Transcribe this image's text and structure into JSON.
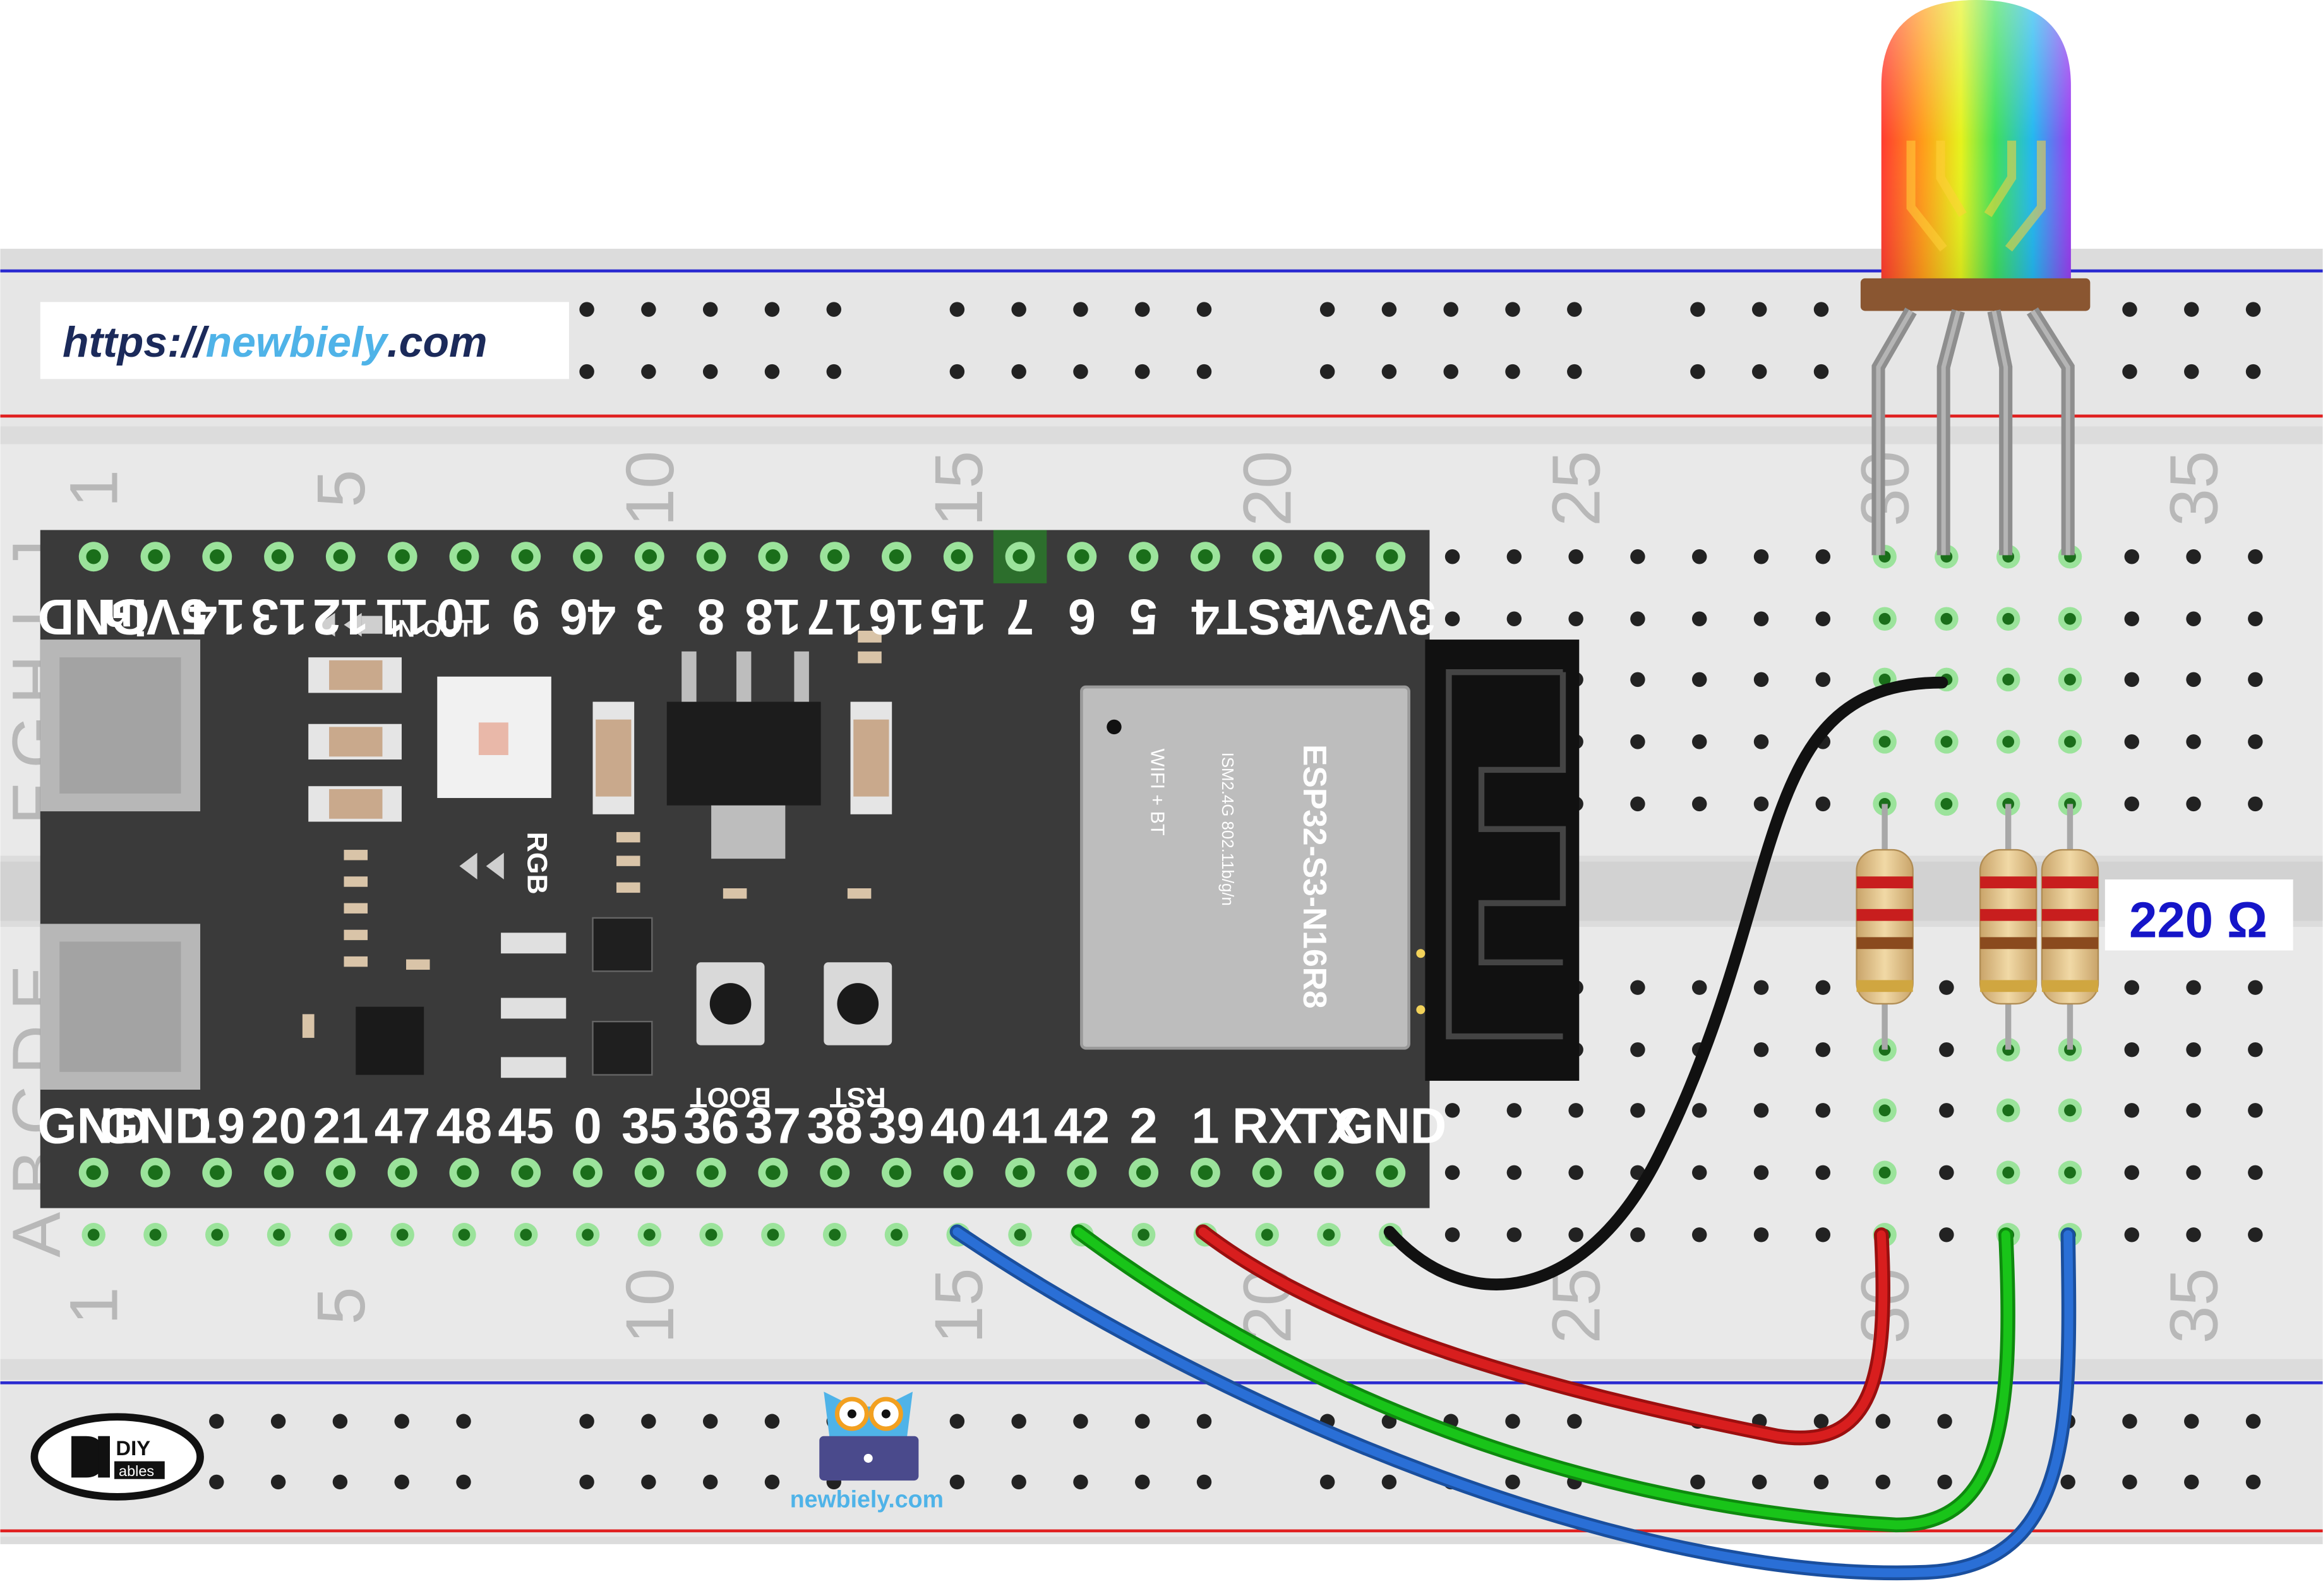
{
  "watermark": {
    "prefix": "https://",
    "brand": "newbiely",
    "suffix": ".com"
  },
  "board": {
    "top_pins": [
      "GND",
      "5Vin",
      "GND",
      "14",
      "13",
      "12",
      "11",
      "10",
      "9",
      "46",
      "3",
      "8",
      "18",
      "17",
      "16",
      "15",
      "7",
      "6",
      "5",
      "4",
      "RST",
      "3V3",
      "3V3"
    ],
    "bottom_pins": [
      "GND",
      "GND",
      "19",
      "20",
      "21",
      "47",
      "48",
      "45",
      "0",
      "35",
      "36",
      "37",
      "38",
      "39",
      "40",
      "41",
      "42",
      "2",
      "1",
      "RX",
      "TX",
      "GND"
    ],
    "module_name": "ESP32-S3-N16R8",
    "module_line2": "ISM2.4G 802.11b/g/n",
    "module_line3": "WIFI + BT",
    "label_in_out": "IN-OUT",
    "label_rgb": "RGB",
    "label_boot": "BOOT",
    "label_rst": "RST"
  },
  "breadboard": {
    "column_numbers": [
      "1",
      "5",
      "10",
      "15",
      "20",
      "25",
      "30",
      "35"
    ],
    "rows_top": [
      "J",
      "I",
      "H",
      "G",
      "F"
    ],
    "rows_bottom": [
      "E",
      "D",
      "C",
      "B",
      "A"
    ]
  },
  "resistor_label": "220 Ω",
  "logo_diy": {
    "line1": "DIY",
    "line2": "ables"
  },
  "logo_newbiely": "newbiely.com",
  "colors": {
    "wire_black": "#111111",
    "wire_red": "#d81e1e",
    "wire_green": "#19c419",
    "wire_blue": "#2a6fd6",
    "board": "#3a3a3a",
    "rail_red": "#e02020",
    "rail_blue": "#2a2ad0",
    "brand_blue": "#4fb3e8",
    "label_blue": "#1515c8"
  },
  "icons": [
    "owl-mascot-icon",
    "diyables-logo-icon",
    "rgb-led-icon",
    "resistor-icon"
  ]
}
